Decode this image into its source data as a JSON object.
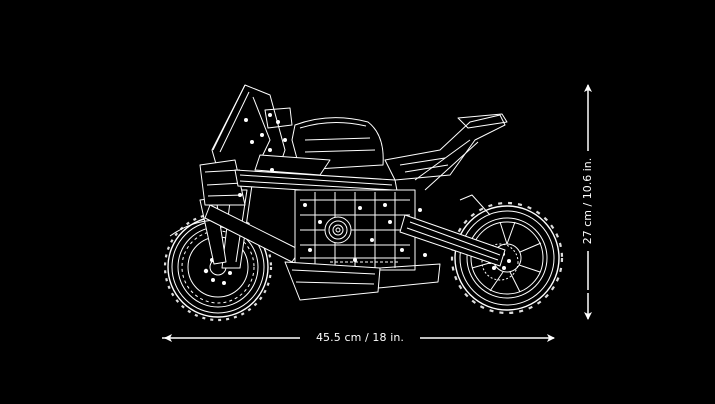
{
  "image": {
    "subject": "motorcycle line drawing",
    "background_color": "#000000",
    "line_color": "#ffffff"
  },
  "dimensions": {
    "length_label": "45.5 cm / 18 in.",
    "height_label": "27 cm / 10.6 in."
  }
}
